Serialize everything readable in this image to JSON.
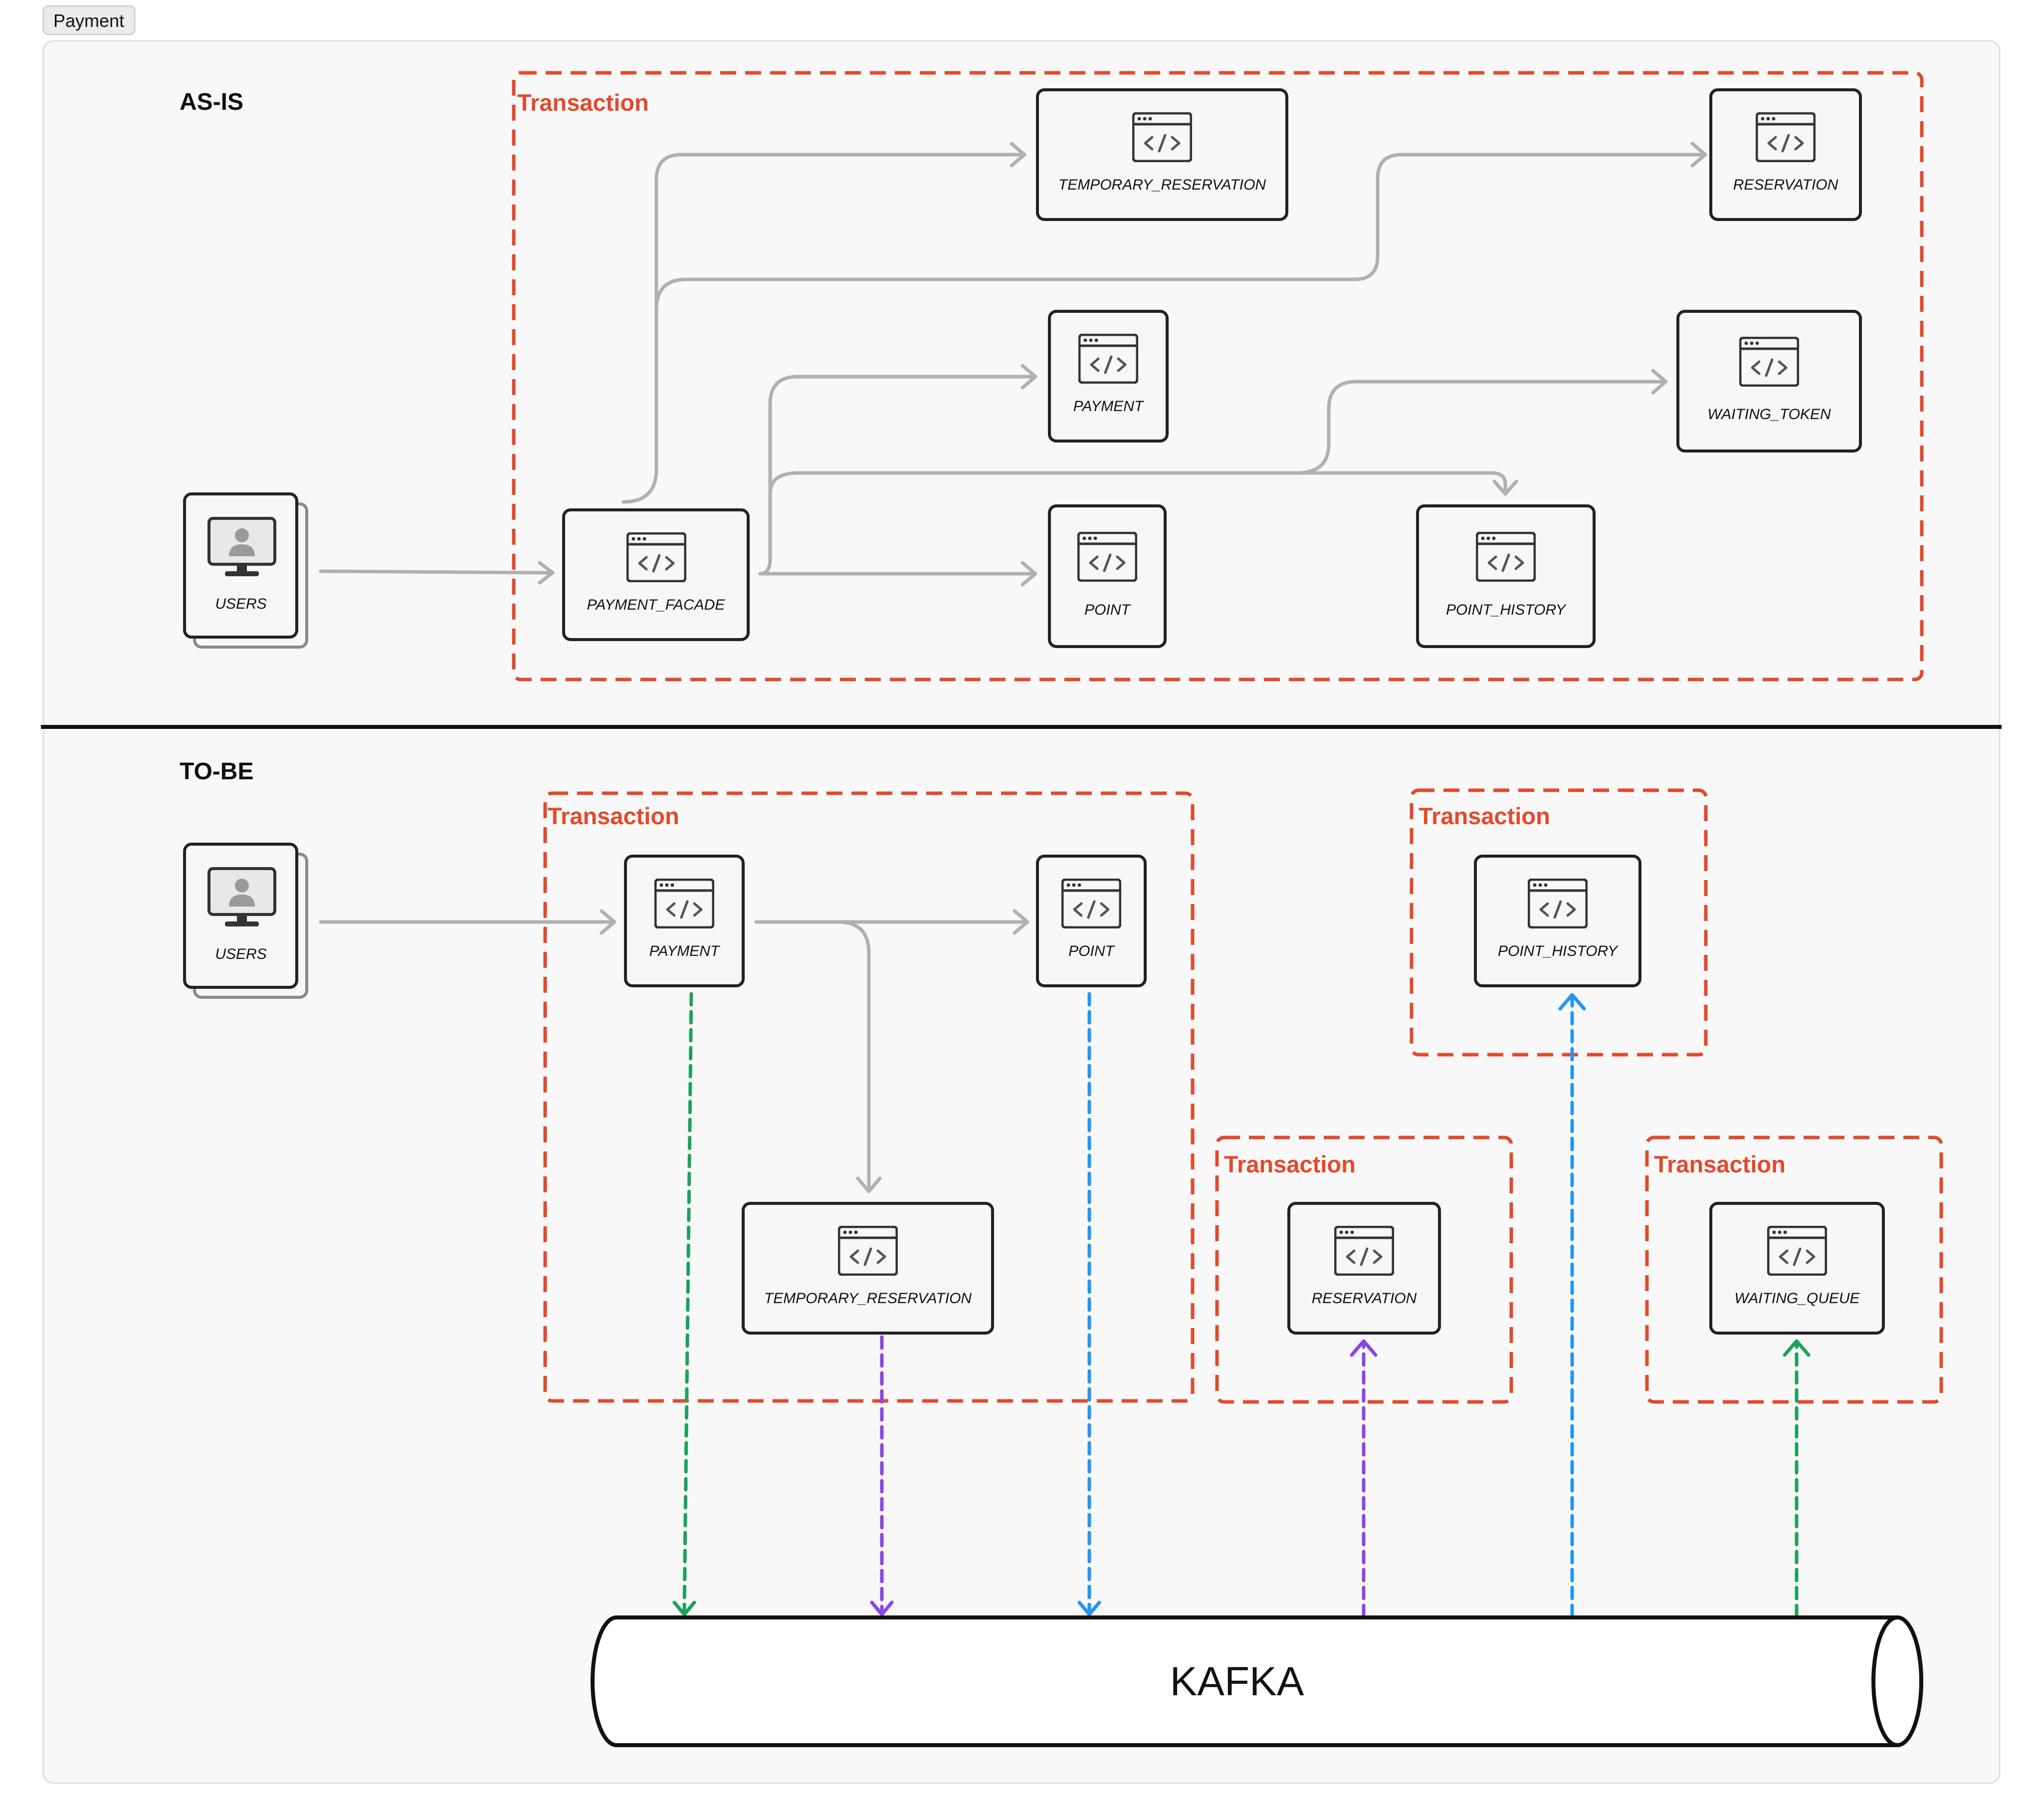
{
  "tag": {
    "label": "Payment"
  },
  "as_is": {
    "title": "AS-IS",
    "transaction_label": "Transaction",
    "nodes": {
      "users": "USERS",
      "payment_facade": "PAYMENT_FACADE",
      "temporary_reservation": "TEMPORARY_RESERVATION",
      "reservation": "RESERVATION",
      "payment": "PAYMENT",
      "waiting_token": "WAITING_TOKEN",
      "point": "POINT",
      "point_history": "POINT_HISTORY"
    }
  },
  "to_be": {
    "title": "TO-BE",
    "transaction_labels": [
      "Transaction",
      "Transaction",
      "Transaction",
      "Transaction"
    ],
    "nodes": {
      "users": "USERS",
      "payment": "PAYMENT",
      "point": "POINT",
      "temporary_reservation": "TEMPORARY_RESERVATION",
      "point_history": "POINT_HISTORY",
      "reservation": "RESERVATION",
      "waiting_queue": "WAITING_QUEUE"
    },
    "kafka_label": "KAFKA"
  },
  "colors": {
    "transaction_border": "#e24a2c",
    "arrow_gray": "#b0b0b0",
    "event_green": "#1aa35a",
    "event_purple": "#8b45e6",
    "event_blue": "#2196f3",
    "panel_bg": "#f8f8f8"
  }
}
